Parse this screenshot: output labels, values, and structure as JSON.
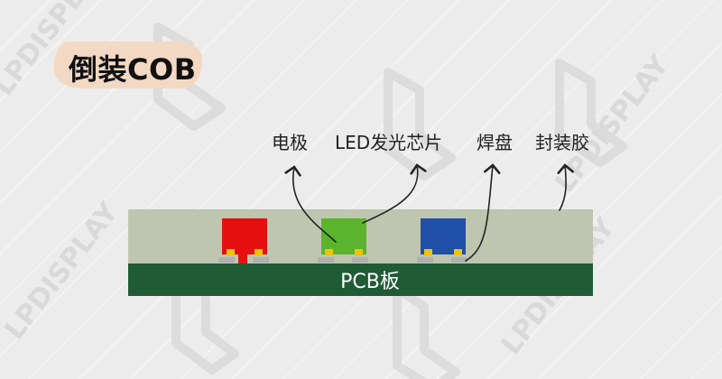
{
  "title": "倒装COB",
  "labels": {
    "electrode": "电极",
    "led_chip": "LED发光芯片",
    "solder_pad": "焊盘",
    "encapsulant": "封装胶"
  },
  "pcb_label": "PCB板",
  "watermark_text": "LPDISPLAY",
  "colors": {
    "encapsulant": "#bfc6af",
    "pcb": "#1f5b35",
    "chip_red": "#e60f0f",
    "chip_green": "#5cb32d",
    "chip_blue": "#1f4fa6",
    "electrode": "#f0c20a",
    "pad": "#b0b0b0",
    "title_highlight": "#f3d9c4"
  }
}
